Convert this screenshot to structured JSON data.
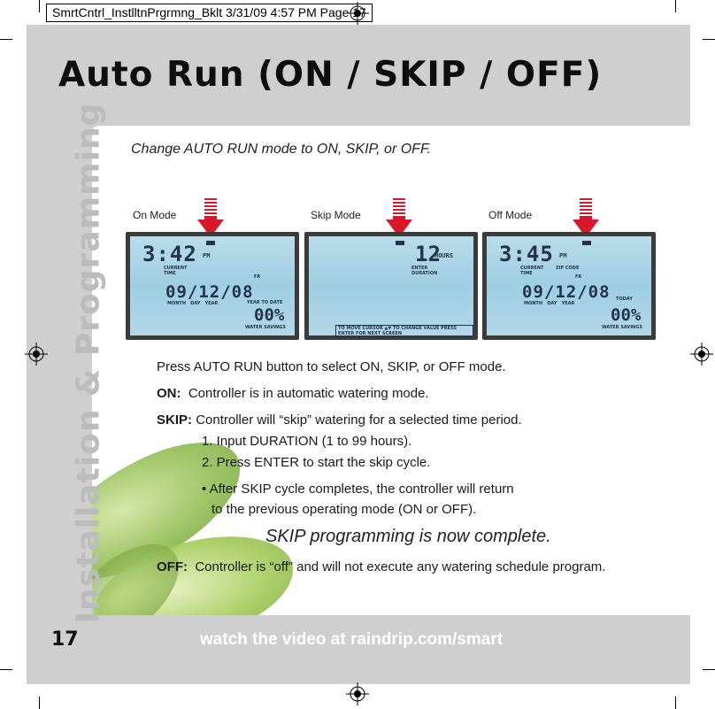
{
  "slug": "SmrtCntrl_InstlltnPrgrmng_Bklt  3/31/09  4:57 PM  Page 17",
  "title": "Auto Run (ON / SKIP / OFF)",
  "side_label": "Installation & Programming",
  "intro": "Change AUTO RUN mode to ON, SKIP, or OFF.",
  "modes": [
    {
      "label": "On Mode",
      "time": "3:42",
      "pm": "PM",
      "date": "09/12/08",
      "value": "00%",
      "small1": "CURRENT\nTIME",
      "small2": "YEAR TO DATE",
      "small3": "WATER SAVINGS",
      "small4": "MONTH   DAY   YEAR",
      "small5": "FR"
    },
    {
      "label": "Skip Mode",
      "big": "12",
      "hours": "HOURS",
      "enter": "ENTER\nDURATION",
      "bar": "TO MOVE CURSOR ▲▼ TO CHANGE VALUE  PRESS ENTER FOR NEXT SCREEN"
    },
    {
      "label": "Off Mode",
      "time": "3:45",
      "pm": "PM",
      "date": "09/12/08",
      "value": "00%",
      "small1": "CURRENT\nTIME",
      "small2": "TODAY",
      "small3": "WATER SAVINGS",
      "small4": "MONTH   DAY   YEAR",
      "small5": "FR",
      "zip": "ZIP CODE"
    }
  ],
  "press_line": "Press AUTO RUN button to select ON, SKIP, or OFF mode.",
  "on_label": "ON:",
  "on_text": "Controller is in automatic watering mode.",
  "skip_label": "SKIP:",
  "skip_text": "Controller will “skip” watering for a selected time period.",
  "step1": "1. Input DURATION (1 to 99 hours).",
  "step2": "2. Press ENTER to start the skip cycle.",
  "bullet1": "• After SKIP cycle completes, the controller will return",
  "bullet2": "to the previous operating mode (ON or OFF).",
  "complete": "SKIP programming is now complete.",
  "off_label": "OFF:",
  "off_text": "Controller is “off” and will not execute any watering schedule program.",
  "page_number": "17",
  "footer": "watch the video at raindrip.com/smart",
  "colors": {
    "panel": "#cfcfcf",
    "arrow": "#d7182a",
    "lcd_screen": "#a9d4e6",
    "side_text": "#bcbcbc"
  }
}
